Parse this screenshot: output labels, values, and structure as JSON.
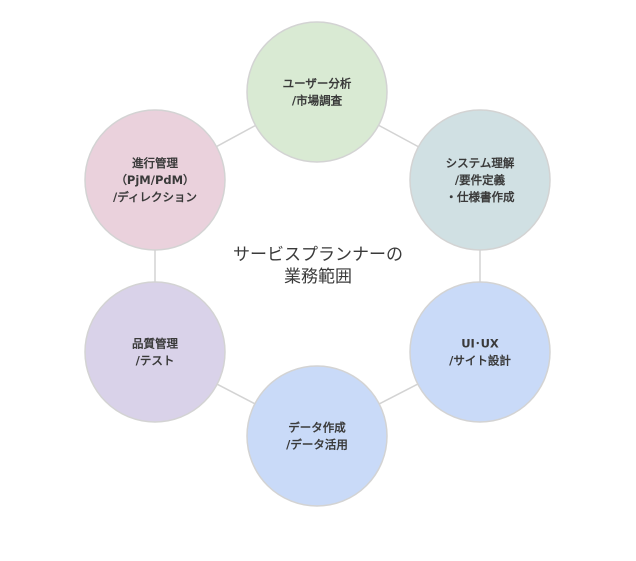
{
  "center": {
    "lines": [
      "サービスプランナーの",
      "業務範囲"
    ]
  },
  "nodes": [
    {
      "id": "user-analysis",
      "lines": [
        "ユーザー分析",
        "/市場調査"
      ],
      "fill": "#d9ead3"
    },
    {
      "id": "system-understanding",
      "lines": [
        "システム理解",
        "/要件定義",
        "・仕様書作成"
      ],
      "fill": "#d0e0e3"
    },
    {
      "id": "ui-ux",
      "lines": [
        "UI･UX",
        "/サイト設計"
      ],
      "fill": "#c9daf8"
    },
    {
      "id": "data-creation",
      "lines": [
        "データ作成",
        "/データ活用"
      ],
      "fill": "#c9daf8"
    },
    {
      "id": "quality-management",
      "lines": [
        "品質管理",
        "/テスト"
      ],
      "fill": "#d9d2e9"
    },
    {
      "id": "progress-management",
      "lines": [
        "進行管理",
        "（PjM/PdM）",
        "/ディレクション"
      ],
      "fill": "#ead1dc"
    }
  ],
  "colors": {
    "circle_stroke": "#d3d3d3",
    "connector": "#d3d3d3",
    "text": "#3a3a3a"
  }
}
